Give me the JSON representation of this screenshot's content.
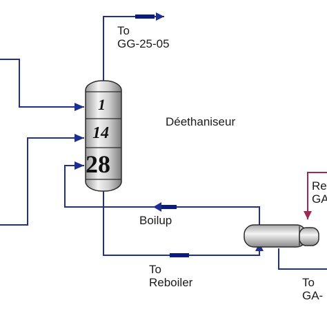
{
  "diagram": {
    "column_name": "Déethaniseur",
    "trays": {
      "top": "1",
      "feed": "14",
      "bottom": "28"
    },
    "streams": {
      "overhead": {
        "line1": "To",
        "line2": "GG-25-05"
      },
      "boilup": "Boilup",
      "to_reboiler": {
        "line1": "To",
        "line2": "Reboiler"
      },
      "reboiler_return": {
        "line1": "Re",
        "line2": "GA"
      },
      "reboiler_outlet": {
        "line1": "To",
        "line2": "GA-"
      }
    },
    "colors": {
      "stream_line": "#1f2f8f",
      "arrow": "#0b1b80",
      "recycle_line": "#9a2a55",
      "vessel_fill": "#d8d8d8",
      "vessel_stroke": "#2a2a2a"
    }
  }
}
